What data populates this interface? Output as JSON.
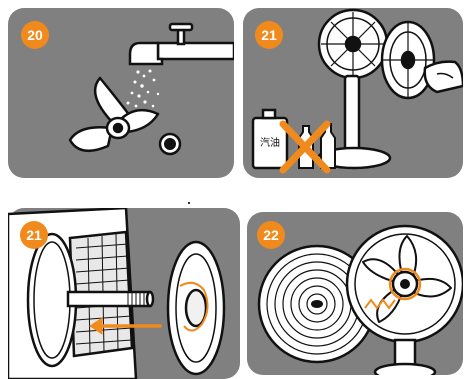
{
  "steps": [
    {
      "number": "20",
      "icon": "rinse-fan-blade-under-tap"
    },
    {
      "number": "21",
      "icon": "wipe-fan-grill-no-solvents"
    },
    {
      "number": "21",
      "icon": "remount-rear-grill-on-motor-shaft"
    },
    {
      "number": "22",
      "icon": "attach-front-grill-and-blade"
    }
  ],
  "solvent_bottle_label": "汽油",
  "colors": {
    "panel_background": "#808080",
    "line_art": "#111111",
    "accent_orange": "#f08a1c",
    "badge_text": "#ffffff"
  }
}
